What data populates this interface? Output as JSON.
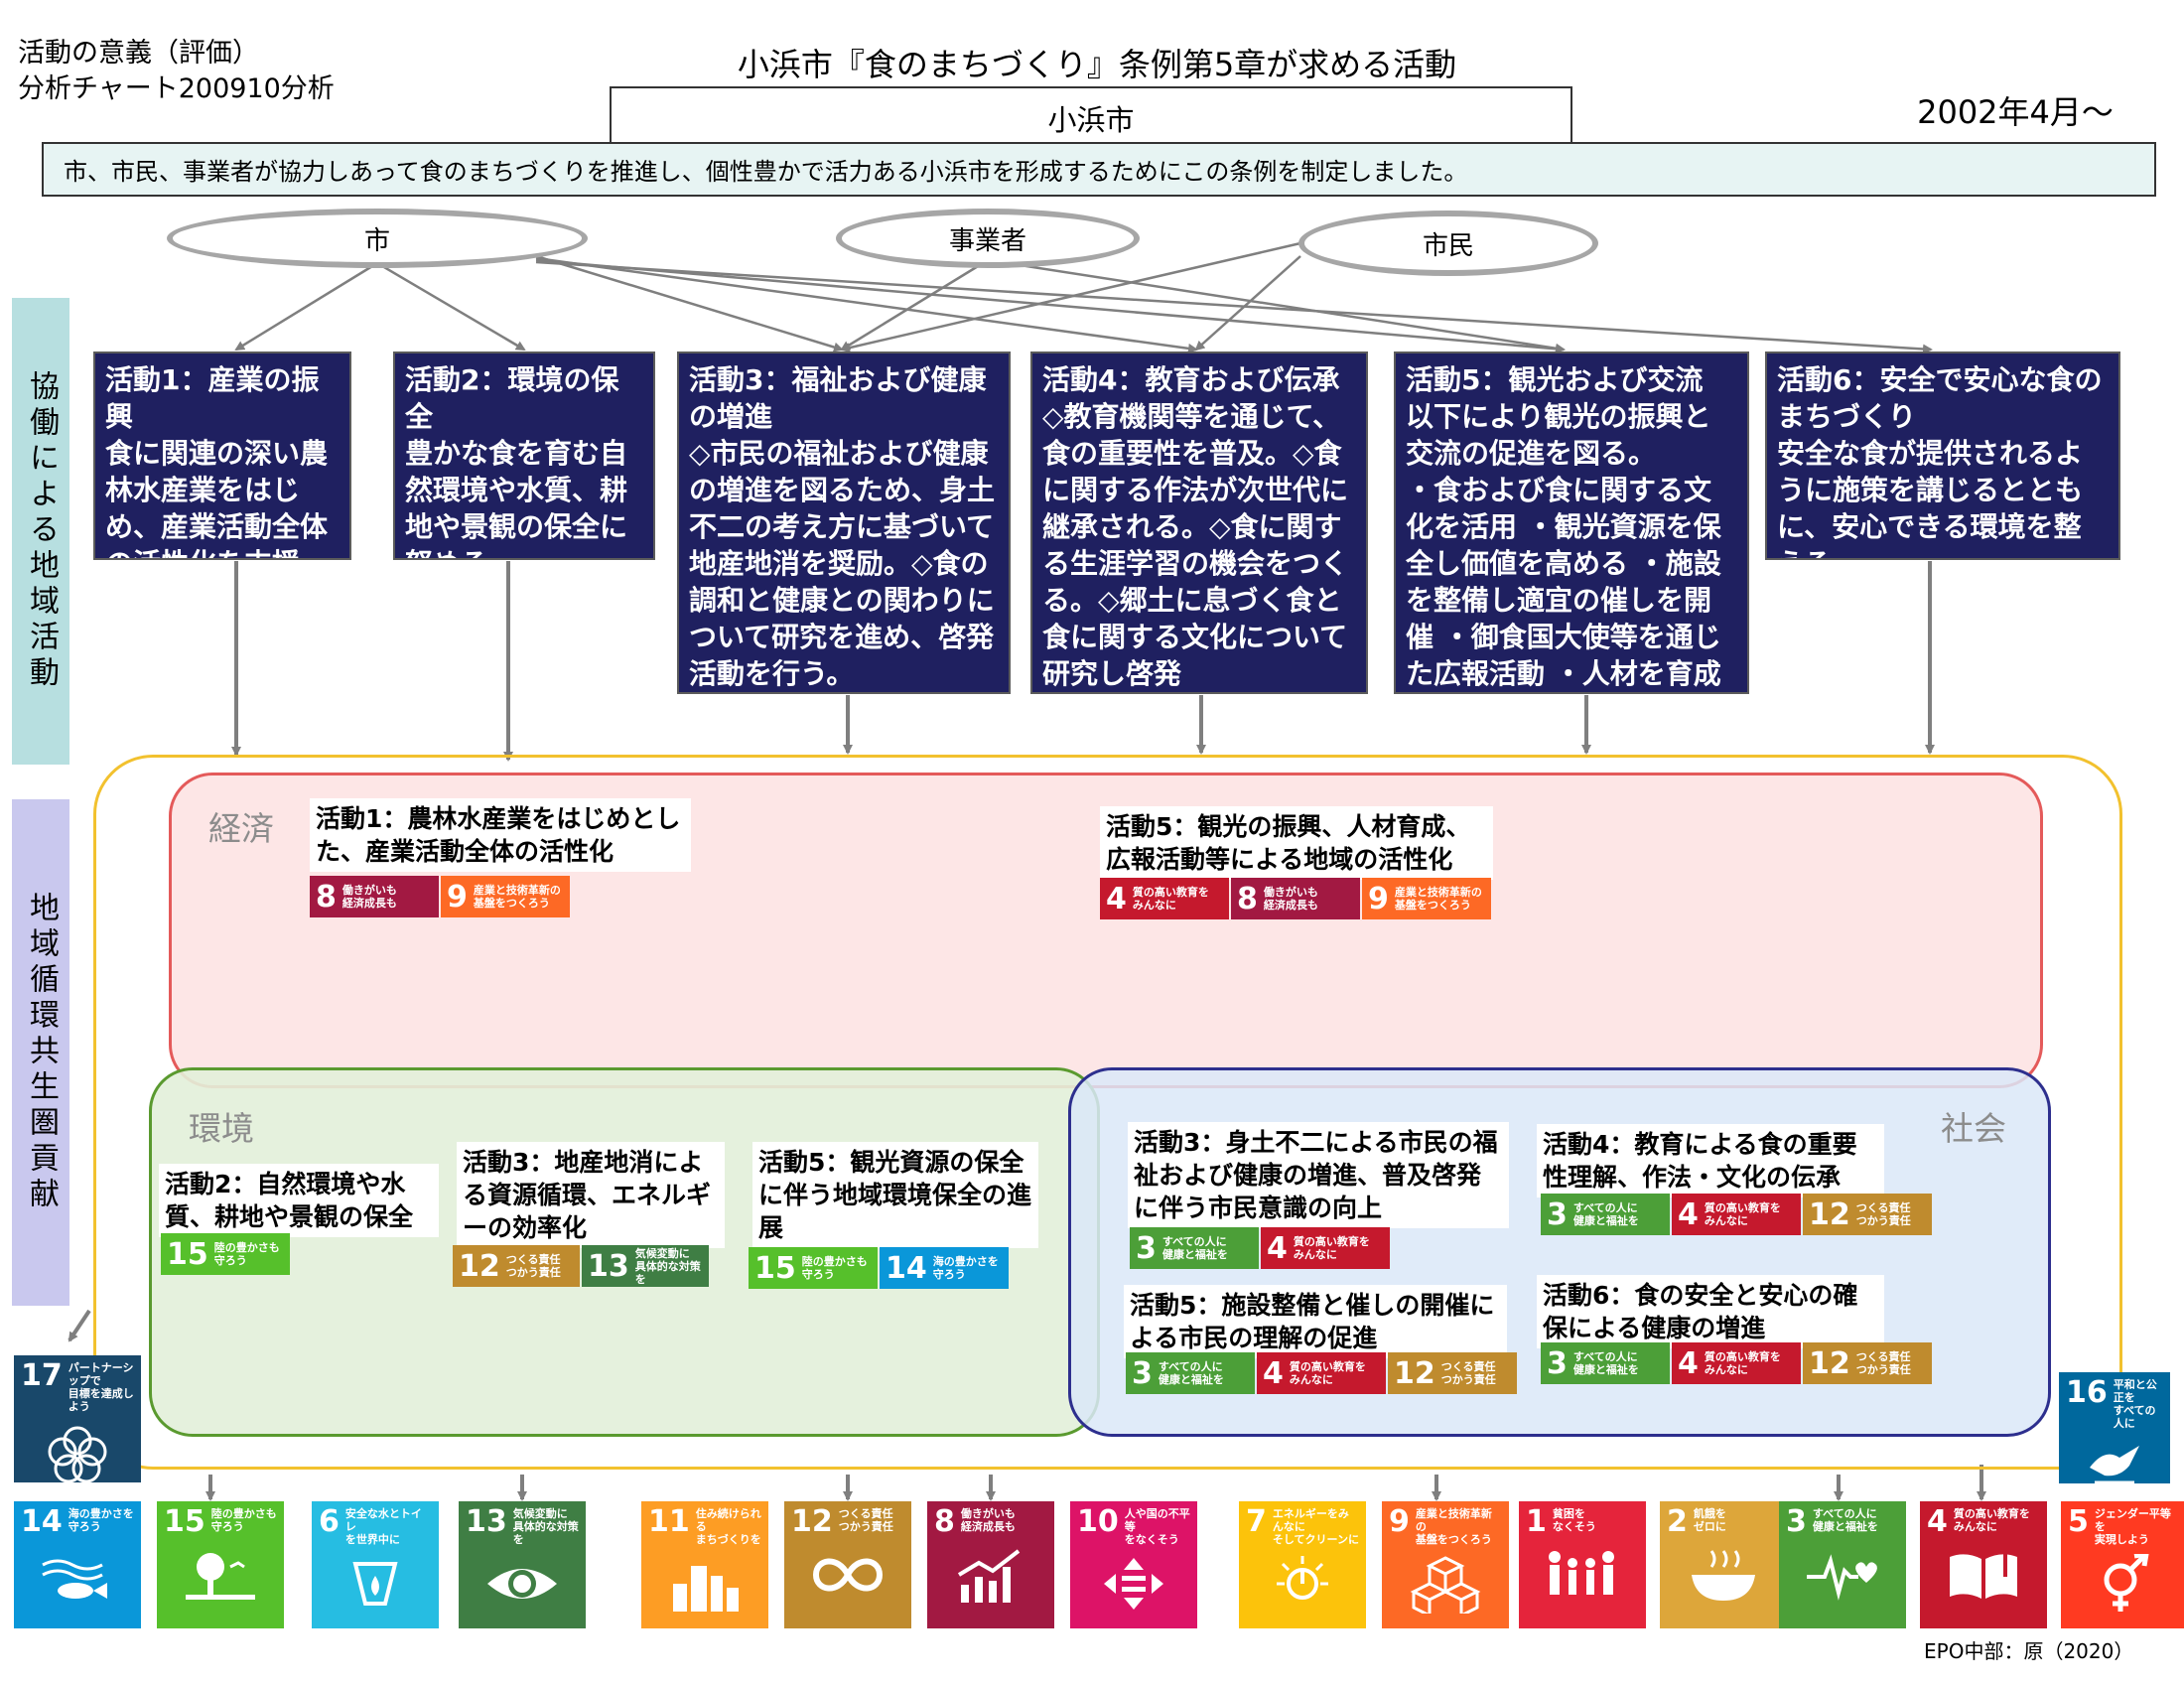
{
  "header": {
    "corner_line1": "活動の意義（評価）",
    "corner_line2": "分析チャート200910分析",
    "title": "小浜市『食のまちづくり』条例第5章が求める活動",
    "city": "小浜市",
    "date": "2002年4月～",
    "description": "市、市民、事業者が協力しあって食のまちづくりを推進し、個性豊かで活力ある小浜市を形成するためにこの条例を制定しました。"
  },
  "actors": [
    "市",
    "事業者",
    "市民"
  ],
  "bands": {
    "top": "協働による地域活動",
    "bottom": "地域循環共生圏貢献"
  },
  "activities": [
    "活動1：産業の振興\n食に関連の深い農林水産業をはじめ、産業活動全体の活性化を支援。",
    "活動2：環境の保全\n豊かな食を育む自然環境や水質、耕地や景観の保全に努める。",
    "活動3：福祉および健康の増進\n◇市民の福祉および健康の増進を図るため、身土不二の考え方に基づいて地産地消を奨励。◇食の調和と健康との関わりについて研究を進め、啓発活動を行う。",
    "活動4：教育および伝承\n◇教育機関等を通じて、食の重要性を普及。◇食に関する作法が次世代に継承される。◇食に関する生涯学習の機会をつくる。◇郷土に息づく食と食に関する文化について研究し啓発",
    "活動5：観光および交流\n以下により観光の振興と交流の促進を図る。\n・食および食に関する文化を活用 ・観光資源を保全し価値を高める ・施設を整備し適宜の催しを開催 ・御食国大使等を通じた広報活動 ・人材を育成",
    "活動6：安全で安心な食のまちづくり\n安全な食が提供されるように施策を講じるとともに、安心できる環境を整える"
  ],
  "spheres": {
    "economy": "経済",
    "environment": "環境",
    "society": "社会"
  },
  "cards": {
    "eco1": "活動1：農林水産業をはじめとした、産業活動全体の活性化",
    "eco5": "活動5：観光の振興、人材育成、広報活動等による地域の活性化",
    "env2": "活動2：自然環境や水質、耕地や景観の保全",
    "env3": "活動3：地産地消による資源循環、エネルギーの効率化",
    "env5": "活動5：観光資源の保全に伴う地域環境保全の進展",
    "soc3": "活動3：身土不二による市民の福祉および健康の増進、普及啓発に伴う市民意識の向上",
    "soc4": "活動4：教育による食の重要性理解、作法・文化の伝承",
    "soc5": "活動5：施設整備と催しの開催による市民の理解の促進",
    "soc6": "活動6：食の安全と安心の確保による健康の増進"
  },
  "tags": {
    "t3": {
      "n": "3",
      "t": "すべての人に\n健康と福祉を"
    },
    "t4": {
      "n": "4",
      "t": "質の高い教育を\nみんなに"
    },
    "t8": {
      "n": "8",
      "t": "働きがいも\n経済成長も"
    },
    "t9": {
      "n": "9",
      "t": "産業と技術革新の\n基盤をつくろう"
    },
    "t12": {
      "n": "12",
      "t": "つくる責任\nつかう責任"
    },
    "t13": {
      "n": "13",
      "t": "気候変動に\n具体的な対策を"
    },
    "t14": {
      "n": "14",
      "t": "海の豊かさを\n守ろう"
    },
    "t15": {
      "n": "15",
      "t": "陸の豊かさも\n守ろう"
    }
  },
  "sdg_icons": [
    {
      "n": "14",
      "t": "海の豊かさを\n守ろう",
      "color": "#0a97d9",
      "icon": "fish-icon"
    },
    {
      "n": "15",
      "t": "陸の豊かさも\n守ろう",
      "color": "#56c02b",
      "icon": "tree-icon"
    },
    {
      "n": "6",
      "t": "安全な水とトイレ\nを世界中に",
      "color": "#26bde2",
      "icon": "water-drop-icon"
    },
    {
      "n": "13",
      "t": "気候変動に\n具体的な対策を",
      "color": "#3f7e44",
      "icon": "eye-globe-icon"
    },
    {
      "n": "11",
      "t": "住み続けられる\nまちづくりを",
      "color": "#fd9d24",
      "icon": "buildings-icon"
    },
    {
      "n": "12",
      "t": "つくる責任\nつかう責任",
      "color": "#bf8b2e",
      "icon": "infinity-icon"
    },
    {
      "n": "8",
      "t": "働きがいも\n経済成長も",
      "color": "#a21942",
      "icon": "growth-chart-icon"
    },
    {
      "n": "10",
      "t": "人や国の不平等\nをなくそう",
      "color": "#dd1367",
      "icon": "equality-arrows-icon"
    },
    {
      "n": "7",
      "t": "エネルギーをみんなに\nそしてクリーンに",
      "color": "#fcc30b",
      "icon": "sun-power-icon"
    },
    {
      "n": "9",
      "t": "産業と技術革新の\n基盤をつくろう",
      "color": "#fd6925",
      "icon": "cubes-icon"
    },
    {
      "n": "1",
      "t": "貧困を\nなくそう",
      "color": "#e5243b",
      "icon": "family-icon"
    },
    {
      "n": "2",
      "t": "飢餓を\nゼロに",
      "color": "#dda63a",
      "icon": "bowl-icon"
    },
    {
      "n": "3",
      "t": "すべての人に\n健康と福祉を",
      "color": "#4c9f38",
      "icon": "heartbeat-icon"
    },
    {
      "n": "4",
      "t": "質の高い教育を\nみんなに",
      "color": "#c5192d",
      "icon": "book-icon"
    },
    {
      "n": "5",
      "t": "ジェンダー平等を\n実現しよう",
      "color": "#ff3a21",
      "icon": "gender-icon"
    }
  ],
  "side_icons": {
    "left": {
      "n": "17",
      "t": "パートナーシップで\n目標を達成しよう",
      "color": "#19486a",
      "icon": "partnership-rings-icon"
    },
    "right": {
      "n": "16",
      "t": "平和と公正を\nすべての人に",
      "color": "#00689d",
      "icon": "dove-icon"
    }
  },
  "credit": "EPO中部：原（2020）"
}
